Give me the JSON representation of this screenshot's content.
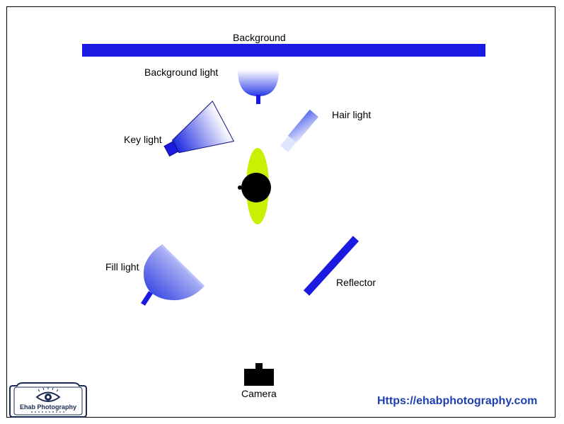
{
  "labels": {
    "background": "Background",
    "background_light": "Background light",
    "hair_light": "Hair light",
    "key_light": "Key light",
    "fill_light": "Fill light",
    "reflector": "Reflector",
    "camera": "Camera"
  },
  "footer": {
    "url": "Https://ehabphotography.com"
  },
  "logo": {
    "text": "Ehab Photography",
    "icon": "eye-icon"
  },
  "colors": {
    "blue": "#1a1ae0",
    "subject_glow": "#c8f000",
    "subject": "#000000",
    "url": "#1f3fb0"
  }
}
